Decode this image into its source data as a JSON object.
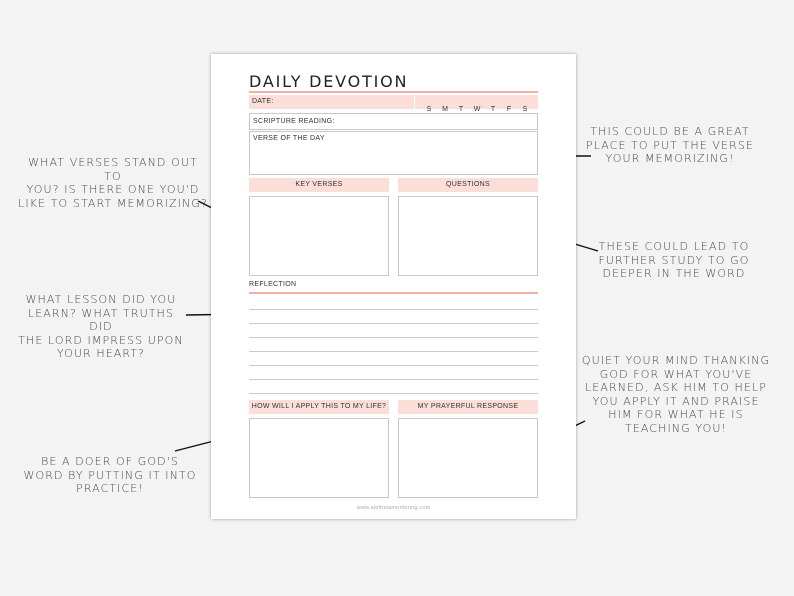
{
  "annotations": {
    "verses_stand_out": [
      "WHAT VERSES STAND OUT TO",
      "YOU? IS THERE ONE YOU'D",
      "LIKE TO START MEMORIZING?"
    ],
    "lesson_learned": [
      "WHAT LESSON DID YOU",
      "LEARN? WHAT TRUTHS DID",
      "THE LORD IMPRESS UPON",
      "YOUR HEART?"
    ],
    "doer_of_word": [
      "BE A DOER OF GOD'S",
      "WORD BY PUTTING IT INTO",
      "PRACTICE!"
    ],
    "verse_memorizing": [
      "THIS COULD BE A GREAT",
      "PLACE TO PUT THE VERSE",
      "YOUR MEMORIZING!"
    ],
    "further_study": [
      "THESE COULD LEAD TO",
      "FURTHER STUDY TO GO",
      "DEEPER IN THE WORD"
    ],
    "quiet_mind": [
      "QUIET YOUR MIND THANKING",
      "GOD FOR WHAT YOU'VE",
      "LEARNED, ASK HIM TO HELP",
      "YOU APPLY IT AND PRAISE",
      "HIM FOR WHAT HE IS",
      "TEACHING YOU!"
    ]
  },
  "sheet": {
    "title": "DAILY DEVOTION",
    "date_label": "DATE:",
    "days": [
      "S",
      "M",
      "T",
      "W",
      "T",
      "F",
      "S"
    ],
    "scripture_label": "SCRIPTURE READING:",
    "verse_label": "VERSE OF THE DAY",
    "key_verses_label": "KEY VERSES",
    "questions_label": "QUESTIONS",
    "reflection_label": "REFLECTION",
    "apply_label": "HOW WILL I APPLY THIS TO MY LIFE?",
    "prayer_label": "MY PRAYERFUL RESPONSE",
    "footer": "www.aletheiamentoring.com"
  },
  "colors": {
    "accent_pink": "#fcded8",
    "accent_rule": "#f1b0a6",
    "background": "#f3f3f3"
  }
}
